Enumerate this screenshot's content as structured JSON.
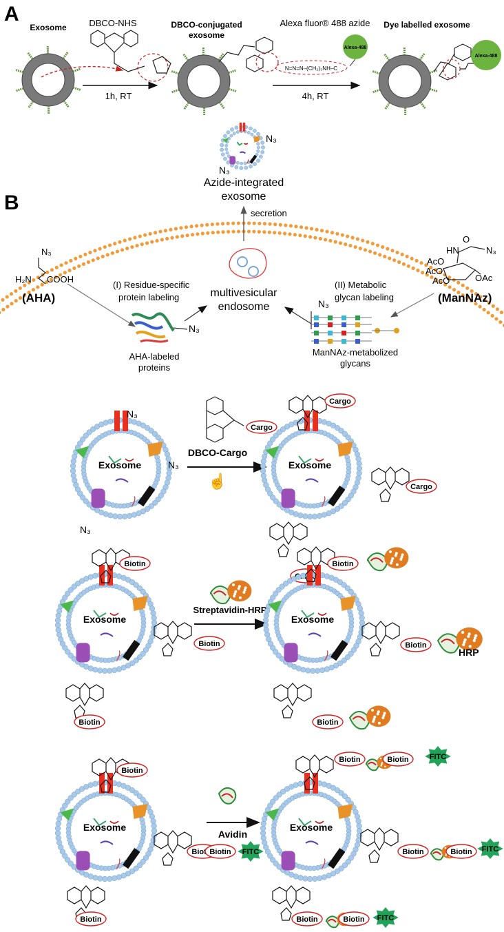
{
  "panel_a": {
    "letter": "A",
    "stage1_title": "Exosome",
    "reagent1": "DBCO-NHS",
    "condition1": "1h, RT",
    "stage2_title_line1": "DBCO-conjugated",
    "stage2_title_line2": "exosome",
    "reagent2": "Alexa fluor® 488 azide",
    "azide_formula": "N=N=N–(CH₂)₃NH–C",
    "condition2": "4h, RT",
    "stage3_title": "Dye labelled exosome",
    "dye_label": "Alexa-488"
  },
  "panel_b": {
    "letter": "B",
    "azide_exosome_line1": "Azide-integrated",
    "azide_exosome_line2": "exosome",
    "n3": "N₃",
    "secretion": "secretion",
    "aha_n3": "N₃",
    "aha_h2n": "H₂N",
    "aha_cooh": "COOH",
    "aha_name": "(AHA)",
    "path1_line1": "(I) Residue-specific",
    "path1_line2": "protein labeling",
    "endosome_line1": "multivesicular",
    "endosome_line2": "endosome",
    "path2_line1": "(II) Metabolic",
    "path2_line2": "glycan labeling",
    "manaz_name": "(ManNAz)",
    "manaz_aco1": "AcO",
    "manaz_aco2": "AcO",
    "manaz_aco3": "AcO",
    "manaz_oac": "OAc",
    "manaz_hn": "HN",
    "manaz_o": "O",
    "manaz_n3": "N₃",
    "aha_proteins_line1": "AHA-labeled",
    "aha_proteins_line2": "proteins",
    "glycans_line1": "ManNAz-metabolized",
    "glycans_line2": "glycans",
    "glycan_n3": "N₃"
  },
  "cargo_row": {
    "exosome": "Exosome",
    "n3_top": "N₃",
    "n3_right": "N₃",
    "n3_bottom": "N₃",
    "reagent": "DBCO-Cargo",
    "reagent_tag": "Cargo",
    "product_exosome": "Exosome",
    "cargo1": "Cargo",
    "cargo2": "Cargo",
    "cargo3": "Cargo"
  },
  "hrp_row": {
    "exosome": "Exosome",
    "biotin1": "Biotin",
    "biotin2": "Biotin",
    "biotin3": "Biotin",
    "reagent": "Streptavidin-HRP",
    "product_exosome": "Exosome",
    "biotin4": "Biotin",
    "biotin5": "Biotin",
    "biotin6": "Biotin",
    "hrp": "HRP"
  },
  "avidin_row": {
    "exosome": "Exosome",
    "biotin1": "Biotin",
    "biotin2": "Biotin",
    "biotin3": "Biotin",
    "reagent": "Avidin",
    "reagent_biotin": "Biotin",
    "reagent_fitc": "FITC",
    "product_exosome": "Exosome",
    "biotin_a": "Biotin",
    "biotin_b": "Biotin",
    "fitc1": "FITC",
    "biotin_c": "Biotin",
    "biotin_d": "Biotin",
    "fitc2": "FITC",
    "biotin_e": "Biotin",
    "biotin_f": "Biotin",
    "fitc3": "FITC"
  },
  "colors": {
    "vesicle_gray": "#7a7a7a",
    "lipid_blue": "#a9c9e8",
    "membrane_orange": "#f29a38",
    "alexa_green": "#6cb33f",
    "fitc_green": "#22a35a",
    "red_tag": "#d42020",
    "hrp_orange": "#e07b1f"
  }
}
